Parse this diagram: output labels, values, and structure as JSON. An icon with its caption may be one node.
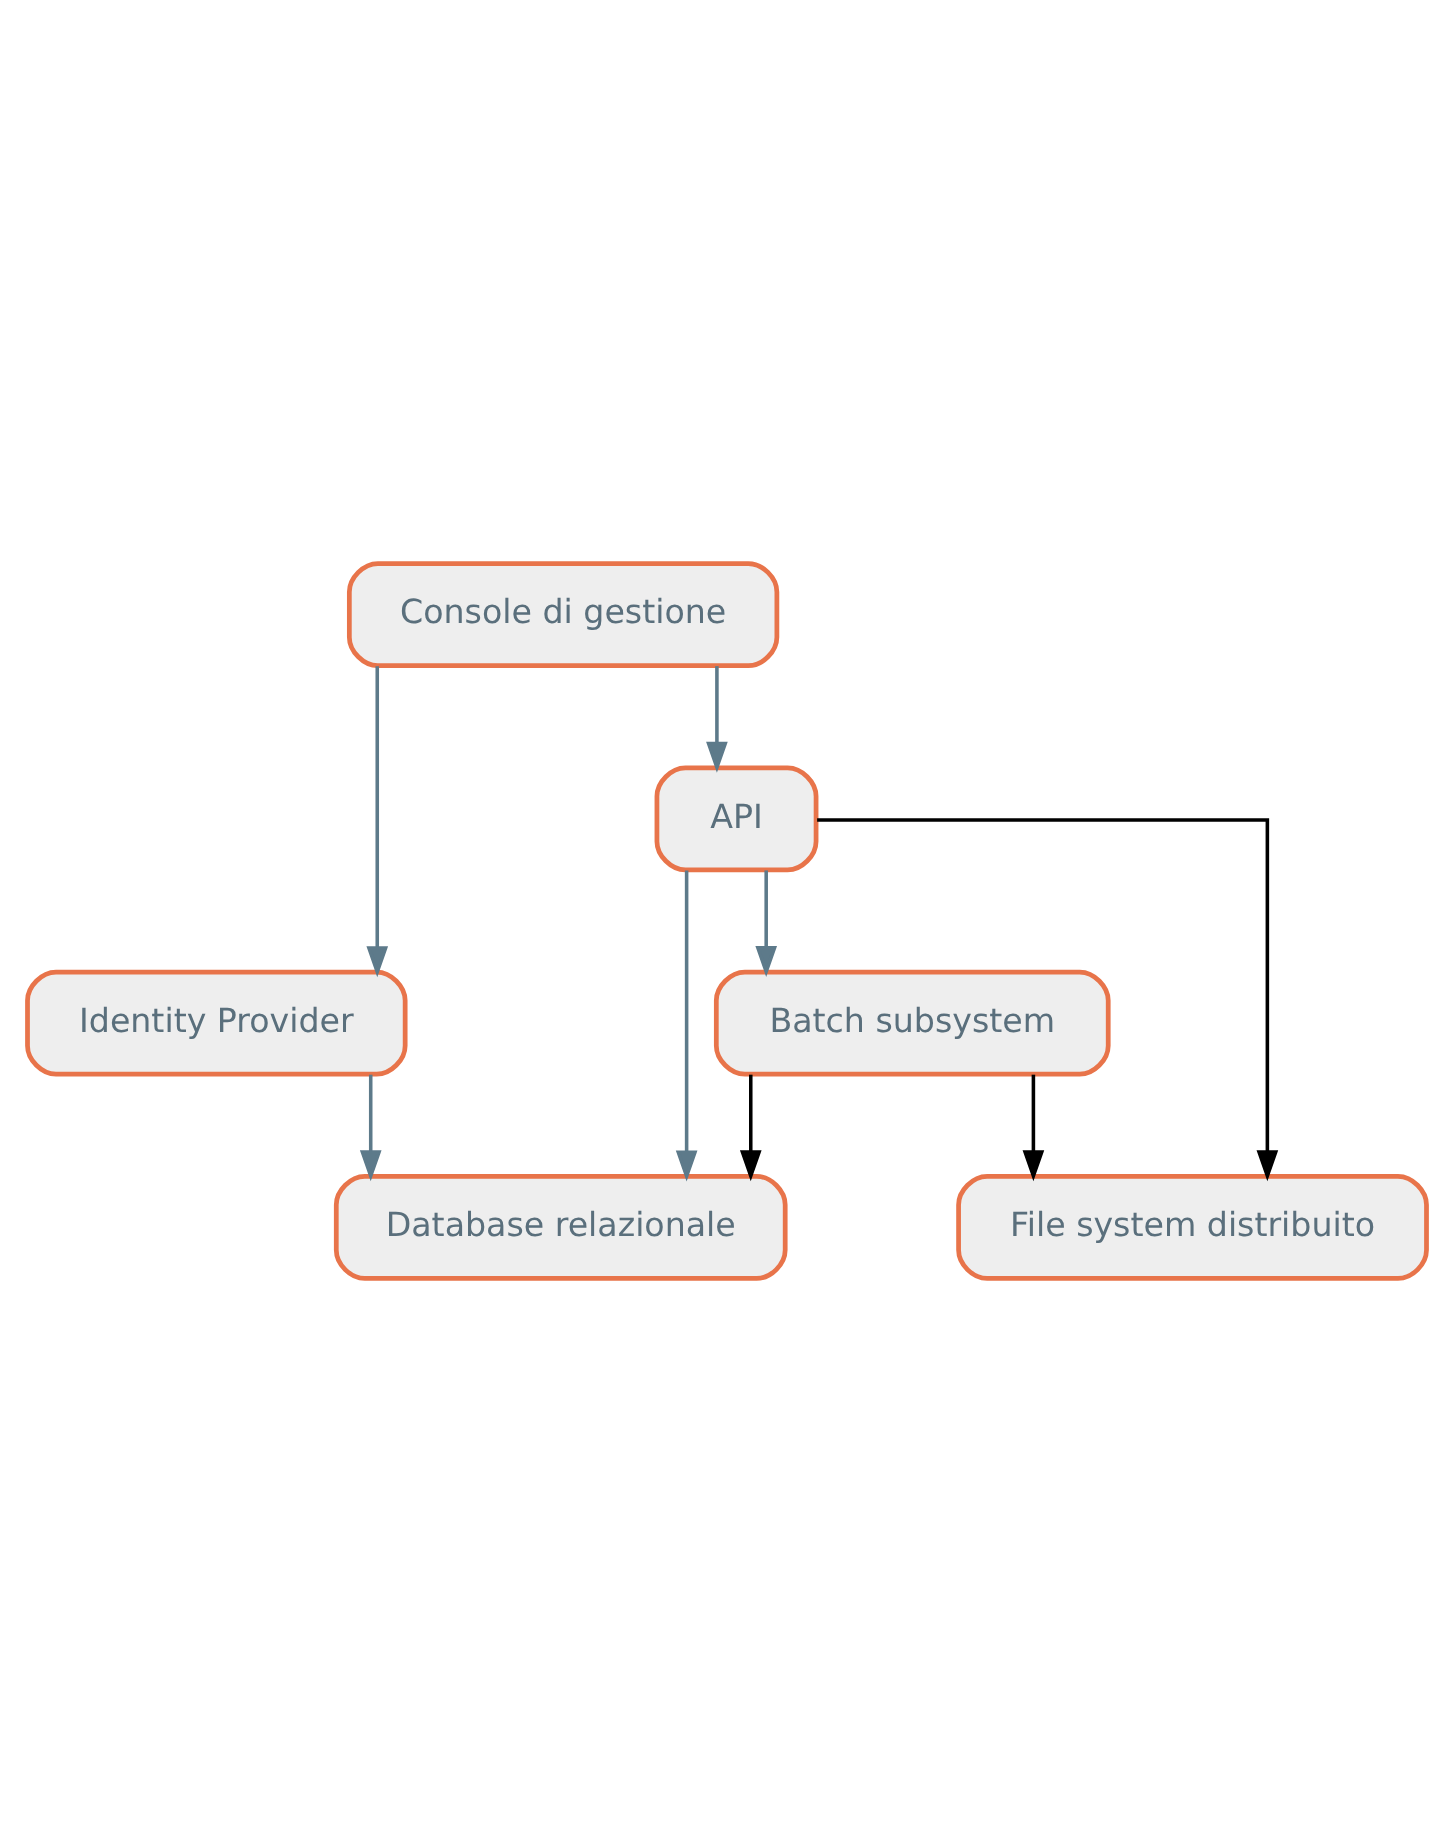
{
  "diagram": {
    "nodes": [
      {
        "text": [
          "Console di gestione"
        ]
      },
      {
        "text": [
          "Identity Provider"
        ]
      },
      {
        "text": [
          "API"
        ]
      },
      {
        "text": [
          "Batch subsystem"
        ]
      },
      {
        "text": [
          "Database relazionale"
        ]
      },
      {
        "text": [
          "File system distribuito"
        ]
      }
    ],
    "edges": [
      {
        "from": 0,
        "to": 1,
        "arrow": "to"
      },
      {
        "from": 0,
        "to": 2,
        "arrow": "to"
      },
      {
        "from": 1,
        "to": 4,
        "arrow": "to"
      },
      {
        "from": 2,
        "to": 4,
        "arrow": "to"
      },
      {
        "from": 2,
        "to": 3,
        "arrow": "to"
      },
      {
        "from": 2,
        "to": 5,
        "arrow": "to",
        "color": "#000000"
      },
      {
        "from": 3,
        "to": 4,
        "arrow": "to",
        "color": "#000000"
      },
      {
        "from": 3,
        "to": 5,
        "arrow": "to",
        "color": "#000000"
      }
    ]
  }
}
